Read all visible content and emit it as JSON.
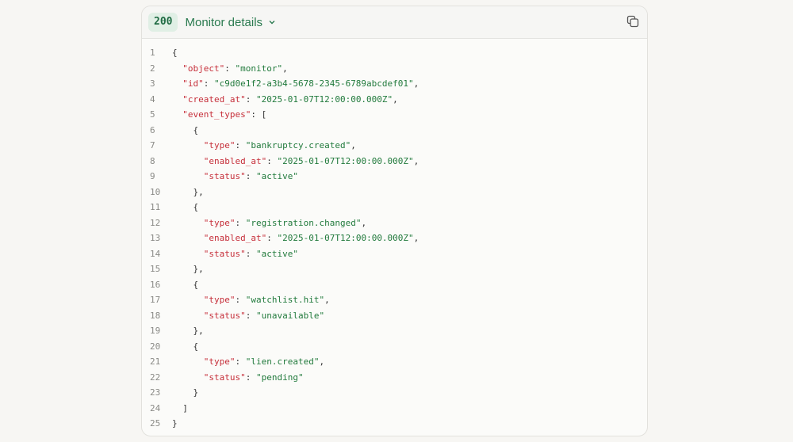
{
  "header": {
    "status_code": "200",
    "title": "Monitor details",
    "chevron_icon": "chevron-down-icon",
    "copy_icon": "copy-icon"
  },
  "code": {
    "lines": [
      {
        "n": "1",
        "indent": "",
        "parts": [
          [
            "p",
            "{"
          ]
        ]
      },
      {
        "n": "2",
        "indent": "  ",
        "parts": [
          [
            "k",
            "\"object\""
          ],
          [
            "p",
            ": "
          ],
          [
            "s",
            "\"monitor\""
          ],
          [
            "p",
            ","
          ]
        ]
      },
      {
        "n": "3",
        "indent": "  ",
        "parts": [
          [
            "k",
            "\"id\""
          ],
          [
            "p",
            ": "
          ],
          [
            "s",
            "\"c9d0e1f2-a3b4-5678-2345-6789abcdef01\""
          ],
          [
            "p",
            ","
          ]
        ]
      },
      {
        "n": "4",
        "indent": "  ",
        "parts": [
          [
            "k",
            "\"created_at\""
          ],
          [
            "p",
            ": "
          ],
          [
            "s",
            "\"2025-01-07T12:00:00.000Z\""
          ],
          [
            "p",
            ","
          ]
        ]
      },
      {
        "n": "5",
        "indent": "  ",
        "parts": [
          [
            "k",
            "\"event_types\""
          ],
          [
            "p",
            ": ["
          ]
        ]
      },
      {
        "n": "6",
        "indent": "    ",
        "parts": [
          [
            "p",
            "{"
          ]
        ]
      },
      {
        "n": "7",
        "indent": "      ",
        "parts": [
          [
            "k",
            "\"type\""
          ],
          [
            "p",
            ": "
          ],
          [
            "s",
            "\"bankruptcy.created\""
          ],
          [
            "p",
            ","
          ]
        ]
      },
      {
        "n": "8",
        "indent": "      ",
        "parts": [
          [
            "k",
            "\"enabled_at\""
          ],
          [
            "p",
            ": "
          ],
          [
            "s",
            "\"2025-01-07T12:00:00.000Z\""
          ],
          [
            "p",
            ","
          ]
        ]
      },
      {
        "n": "9",
        "indent": "      ",
        "parts": [
          [
            "k",
            "\"status\""
          ],
          [
            "p",
            ": "
          ],
          [
            "s",
            "\"active\""
          ]
        ]
      },
      {
        "n": "10",
        "indent": "    ",
        "parts": [
          [
            "p",
            "},"
          ]
        ]
      },
      {
        "n": "11",
        "indent": "    ",
        "parts": [
          [
            "p",
            "{"
          ]
        ]
      },
      {
        "n": "12",
        "indent": "      ",
        "parts": [
          [
            "k",
            "\"type\""
          ],
          [
            "p",
            ": "
          ],
          [
            "s",
            "\"registration.changed\""
          ],
          [
            "p",
            ","
          ]
        ]
      },
      {
        "n": "13",
        "indent": "      ",
        "parts": [
          [
            "k",
            "\"enabled_at\""
          ],
          [
            "p",
            ": "
          ],
          [
            "s",
            "\"2025-01-07T12:00:00.000Z\""
          ],
          [
            "p",
            ","
          ]
        ]
      },
      {
        "n": "14",
        "indent": "      ",
        "parts": [
          [
            "k",
            "\"status\""
          ],
          [
            "p",
            ": "
          ],
          [
            "s",
            "\"active\""
          ]
        ]
      },
      {
        "n": "15",
        "indent": "    ",
        "parts": [
          [
            "p",
            "},"
          ]
        ]
      },
      {
        "n": "16",
        "indent": "    ",
        "parts": [
          [
            "p",
            "{"
          ]
        ]
      },
      {
        "n": "17",
        "indent": "      ",
        "parts": [
          [
            "k",
            "\"type\""
          ],
          [
            "p",
            ": "
          ],
          [
            "s",
            "\"watchlist.hit\""
          ],
          [
            "p",
            ","
          ]
        ]
      },
      {
        "n": "18",
        "indent": "      ",
        "parts": [
          [
            "k",
            "\"status\""
          ],
          [
            "p",
            ": "
          ],
          [
            "s",
            "\"unavailable\""
          ]
        ]
      },
      {
        "n": "19",
        "indent": "    ",
        "parts": [
          [
            "p",
            "},"
          ]
        ]
      },
      {
        "n": "20",
        "indent": "    ",
        "parts": [
          [
            "p",
            "{"
          ]
        ]
      },
      {
        "n": "21",
        "indent": "      ",
        "parts": [
          [
            "k",
            "\"type\""
          ],
          [
            "p",
            ": "
          ],
          [
            "s",
            "\"lien.created\""
          ],
          [
            "p",
            ","
          ]
        ]
      },
      {
        "n": "22",
        "indent": "      ",
        "parts": [
          [
            "k",
            "\"status\""
          ],
          [
            "p",
            ": "
          ],
          [
            "s",
            "\"pending\""
          ]
        ]
      },
      {
        "n": "23",
        "indent": "    ",
        "parts": [
          [
            "p",
            "}"
          ]
        ]
      },
      {
        "n": "24",
        "indent": "  ",
        "parts": [
          [
            "p",
            "]"
          ]
        ]
      },
      {
        "n": "25",
        "indent": "",
        "parts": [
          [
            "p",
            "}"
          ]
        ]
      }
    ]
  }
}
